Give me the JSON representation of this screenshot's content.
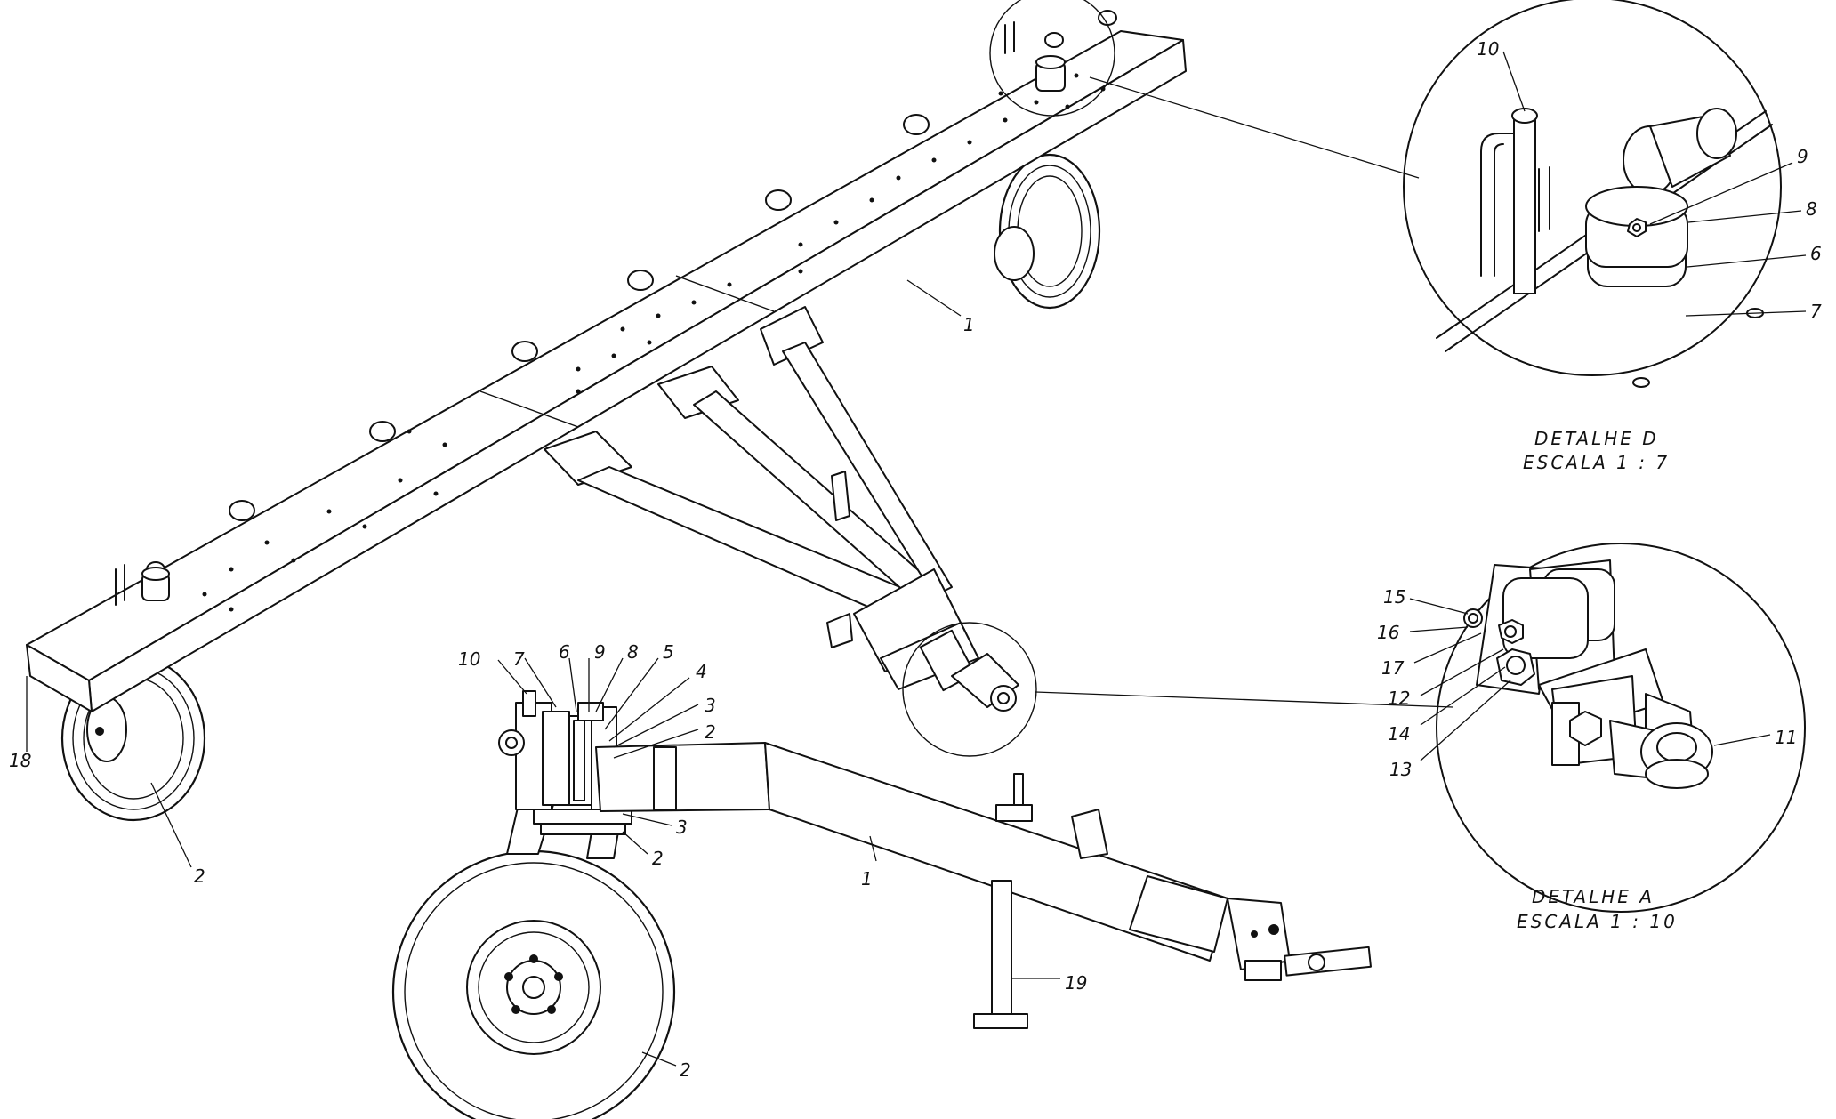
{
  "balloons": {
    "main": {
      "b1": "1",
      "b2": "2",
      "b18": "18"
    },
    "side": {
      "b10": "10",
      "b7": "7",
      "b6": "6",
      "b9": "9",
      "b8": "8",
      "b5": "5",
      "b4": "4",
      "b3a": "3",
      "b2a": "2",
      "b3b": "3",
      "b2b": "2",
      "b1": "1",
      "b19": "19",
      "b2c": "2"
    },
    "detail_d": {
      "b10": "10",
      "b9": "9",
      "b8": "8",
      "b6": "6",
      "b7": "7"
    },
    "detail_a": {
      "b15": "15",
      "b16": "16",
      "b17": "17",
      "b12": "12",
      "b14": "14",
      "b13": "13",
      "b11": "11"
    }
  },
  "captions": {
    "detail_d_title": "DETALHE D",
    "detail_d_scale": "ESCALA 1 : 7",
    "detail_a_title": "DETALHE A",
    "detail_a_scale": "ESCALA 1 : 10"
  }
}
